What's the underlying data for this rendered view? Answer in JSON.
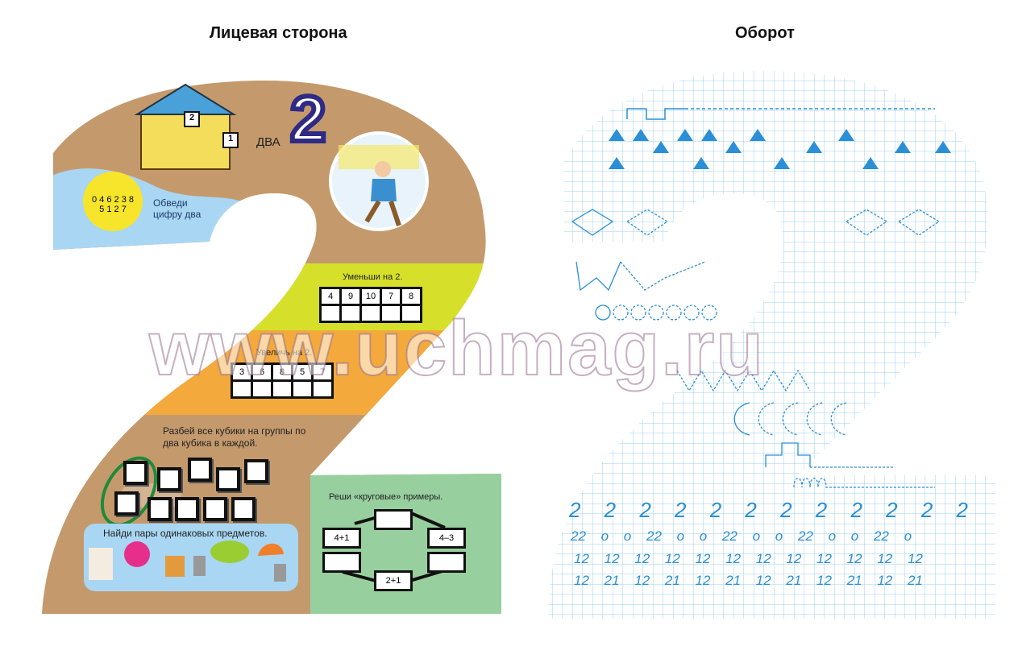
{
  "titles": {
    "front": "Лицевая сторона",
    "back": "Оборот"
  },
  "front": {
    "number_word": "ДВА",
    "big_digit": "2",
    "house_cards": [
      "2",
      "1"
    ],
    "circle_digits": "0 4 6 2 3 8 5 1 2 7",
    "trace_task": "Обведи цифру два",
    "decrease_task": "Уменьши на 2.",
    "decrease_values": [
      "4",
      "9",
      "10",
      "7",
      "8"
    ],
    "increase_task": "Увеличь на 2.",
    "increase_values": [
      "3",
      "6",
      "8",
      "5",
      "7"
    ],
    "cubes_task": "Разбей все кубики на группы по два кубика в каждой.",
    "pairs_task": "Найди пары одинаковых предметов.",
    "circular_task": "Реши «круговые» примеры.",
    "circular_examples": [
      "4+1",
      "4–3",
      "2+1"
    ],
    "colors": {
      "brown": "#c49a6c",
      "blue": "#a9d6f2",
      "lime": "#d6e02a",
      "orange": "#f3a93c",
      "green": "#98cf9e",
      "digit": "#2e2a85"
    }
  },
  "back": {
    "row_twos": "2 2 2 2 2 2 2 2 2 2 2 2",
    "row_22o": "22 о о 22 о о 22 о о 22 о о 22 о",
    "row_12": "12 12 12 12 12 12 12 12 12 12 12 12",
    "row_1221": "12 21 12 21 12 21 12 21 12 21 12 21",
    "colors": {
      "grid": "#9fd0ef",
      "ink": "#2a8fd6"
    }
  },
  "watermark": "www.uchmag.ru"
}
